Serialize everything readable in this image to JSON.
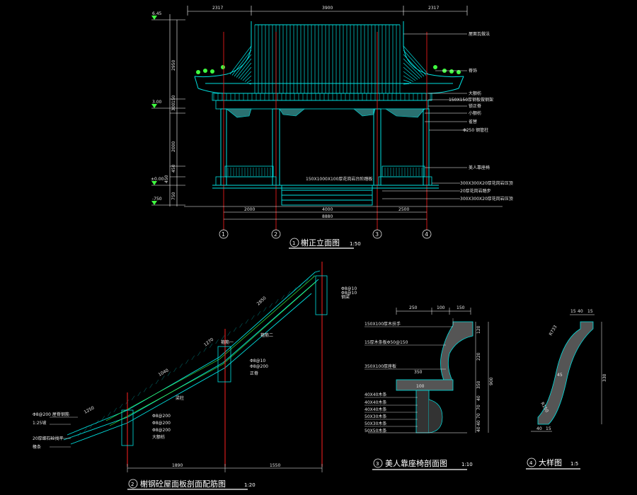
{
  "colors": {
    "background": "#000000",
    "structure": "#00e0e0",
    "axis": "#ff2020",
    "dimension": "#ffffff",
    "fill": "#00ffff",
    "green": "#40ff40"
  },
  "elevation": {
    "title": "榭正立面图",
    "scale": "1:50",
    "number": "1",
    "top_dims": [
      "2317",
      "3900",
      "2317"
    ],
    "bottom_dims": [
      "2000",
      "4000",
      "2500"
    ],
    "total_dim": "8880",
    "level_marks": [
      "6.45",
      "3.00",
      "±0.00",
      "-750"
    ],
    "left_dims": [
      "2950",
      "150",
      "300",
      "2000",
      "450",
      "450",
      "750"
    ],
    "axes": [
      "1",
      "2",
      "3",
      "4"
    ],
    "callouts": [
      "屋面瓦做法",
      "脊饰",
      "大额枋",
      "150X150厚钢板做钢架",
      "锁正脊",
      "小额枋",
      "雀替",
      "Φ250 钢管柱",
      "美人靠座椅",
      "300X300X20厚花岗岩压顶",
      "20厚花岗岩踏步",
      "300X300X20厚花岗岩压顶"
    ],
    "stair_label": "150X1000X100厚花岗岩台阶踏板"
  },
  "roof_section": {
    "title": "榭钢砼屋面板剖面配筋图",
    "scale": "1:20",
    "number": "2",
    "dims": [
      "1890",
      "1550"
    ],
    "labels": [
      "Φ8@200 屋脊钢筋",
      "1:25坡",
      "20厚细石砼找平",
      "椽条",
      "Φ8@200",
      "大额枋",
      "Φ8@200",
      "正脊",
      "钢梁",
      "Φ8@10",
      "Φ8@200",
      "Φ8@10",
      "Φ8@10",
      "Φ8@200",
      "梁柱",
      "箍筋二",
      "箍筋一"
    ],
    "slab_dims": [
      "1250",
      "1040",
      "1270",
      "2850"
    ]
  },
  "bench_section": {
    "title": "美人靠座椅剖面图",
    "scale": "1:10",
    "number": "3",
    "top_dims": [
      "250",
      "100",
      "150"
    ],
    "labels": [
      "150X100厚木扶手",
      "15厚木条板Φ50@150",
      "350X100厚座板",
      "40X40木条",
      "40X40木条",
      "40X40木条",
      "50X30木条",
      "50X30木条",
      "50X50木条"
    ],
    "right_dims": [
      "120",
      "220",
      "350",
      "40",
      "70",
      "70",
      "40",
      "40",
      "900"
    ],
    "mid_dims": [
      "350",
      "100"
    ]
  },
  "detail": {
    "title": "大样图",
    "scale": "1:5",
    "number": "4",
    "dims": [
      "15",
      "40",
      "15",
      "R733",
      "R150",
      "45",
      "330",
      "40",
      "15"
    ]
  }
}
